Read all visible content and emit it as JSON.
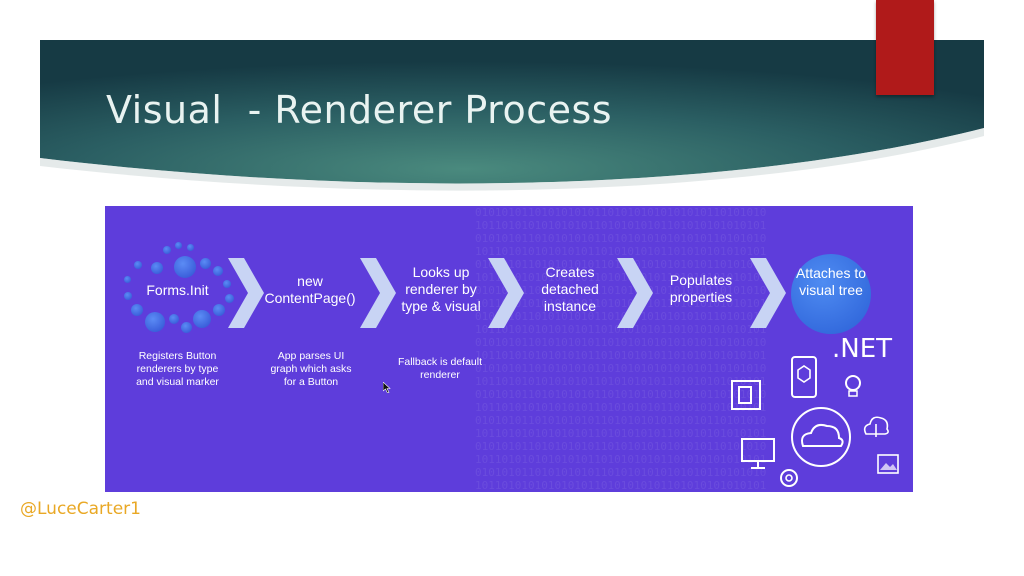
{
  "slide": {
    "title": "Visual  - Renderer Process",
    "twitter_handle": "@LuceCarter1"
  },
  "diagram": {
    "steps": [
      {
        "label": "Forms.Init",
        "caption": "Registers Button renderers by type and visual marker"
      },
      {
        "label": "new ContentPage()",
        "caption": "App parses UI graph which asks for a Button"
      },
      {
        "label": "Looks up renderer by type & visual",
        "caption": "Fallback is default renderer"
      },
      {
        "label": "Creates detached instance",
        "caption": ""
      },
      {
        "label": "Populates properties",
        "caption": ""
      },
      {
        "label": "Attaches to visual tree",
        "caption": ""
      }
    ],
    "platform_label": ".NET"
  },
  "colors": {
    "banner_dark": "#163f44",
    "banner_light": "#3c7a72",
    "panel_bg": "#5e3ddb",
    "accent_red": "#b01a1a",
    "handle_color": "#e9a825"
  },
  "icons": [
    "office-icon",
    "phone-cube-icon",
    "lightbulb-icon",
    "cloud-icon",
    "monitor-icon",
    "gear-icon",
    "image-icon",
    "cloud-upload-icon"
  ]
}
